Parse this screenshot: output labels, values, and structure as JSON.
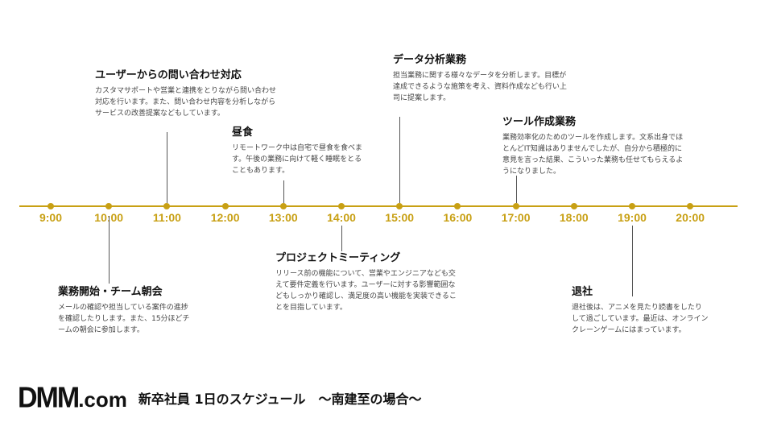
{
  "timeline": {
    "accent_color": "#c8a014",
    "ticks": [
      "9:00",
      "10:00",
      "11:00",
      "12:00",
      "13:00",
      "14:00",
      "15:00",
      "16:00",
      "17:00",
      "18:00",
      "19:00",
      "20:00"
    ]
  },
  "events": [
    {
      "time": "10:00",
      "position": "below",
      "title": "業務開始・チーム朝会",
      "description": "メールの確認や担当している案件の進捗を確認したりします。また、15分ほどチームの朝会に参加します。"
    },
    {
      "time": "11:00",
      "position": "above",
      "title": "ユーザーからの問い合わせ対応",
      "description": "カスタマサポートや営業と連携をとりながら問い合わせ対応を行います。また、問い合わせ内容を分析しながらサービスの改善提案などもしています。"
    },
    {
      "time": "13:00",
      "position": "above",
      "title": "昼食",
      "description": "リモートワーク中は自宅で昼食を食べます。午後の業務に向けて軽く睡眠をとることもあります。"
    },
    {
      "time": "14:00",
      "position": "below",
      "title": "プロジェクトミーティング",
      "description": "リリース前の機能について、営業やエンジニアなども交えて要件定義を行います。ユーザーに対する影響範囲などもしっかり確認し、満足度の高い機能を実装できることを目指しています。"
    },
    {
      "time": "15:00",
      "position": "above",
      "title": "データ分析業務",
      "description": "担当業務に関する様々なデータを分析します。目標が達成できるような施策を考え、資料作成なども行い上司に提案します。"
    },
    {
      "time": "17:00",
      "position": "above",
      "title": "ツール作成業務",
      "description": "業務効率化のためのツールを作成します。文系出身でほとんどIT知識はありませんでしたが、自分から積極的に意見を言った結果、こういった業務も任せてもらえるようになりました。"
    },
    {
      "time": "19:00",
      "position": "below",
      "title": "退社",
      "description": "退社後は、アニメを見たり読書をしたりして過ごしています。最近は、オンラインクレーンゲームにはまっています。"
    }
  ],
  "footer": {
    "logo_main": "DMM",
    "logo_suffix": ".com",
    "title": "新卒社員 1日のスケジュール　～南建至の場合～"
  }
}
